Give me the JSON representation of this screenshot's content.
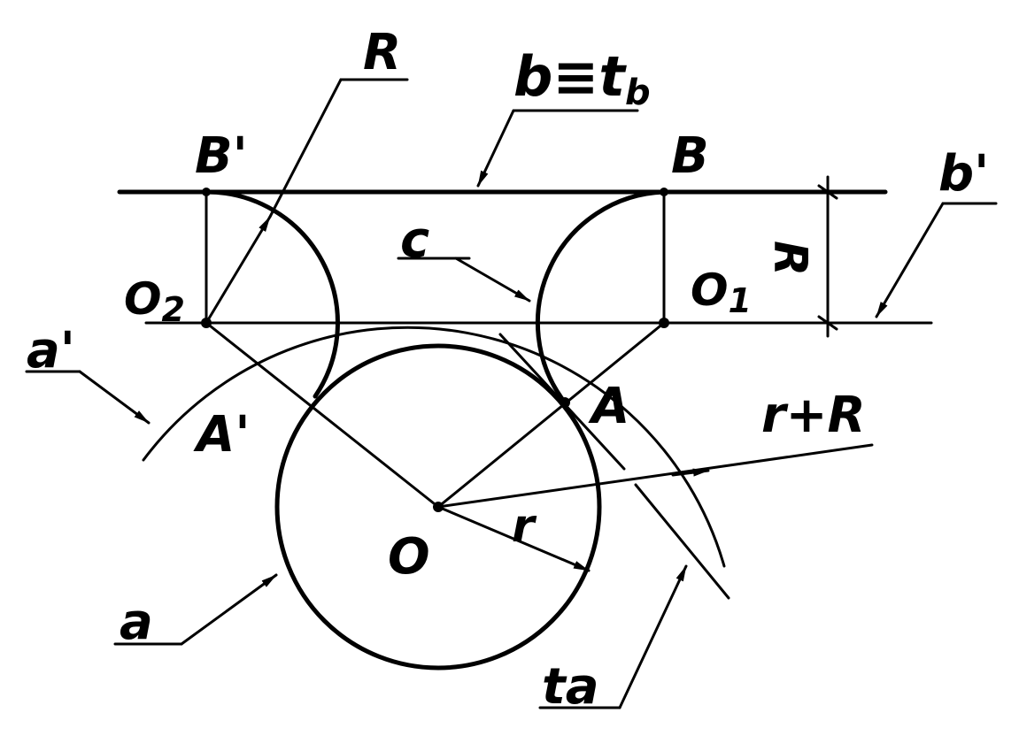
{
  "labels": {
    "R_top": "R",
    "b_tb": "b≡t",
    "b_tb_sub": "b",
    "B_prime": "B'",
    "B": "B",
    "b_prime": "b'",
    "O2": "O",
    "O2_sub": "2",
    "O1": "O",
    "O1_sub": "1",
    "c": "c",
    "R_dim": "R",
    "a_prime": "a'",
    "A_prime": "A'",
    "A": "A",
    "r_plus_R": "r+R",
    "O": "O",
    "r": "r",
    "a": "a",
    "t_a": "ta"
  },
  "colors": {
    "ink": "#000000",
    "paper": "#ffffff"
  }
}
